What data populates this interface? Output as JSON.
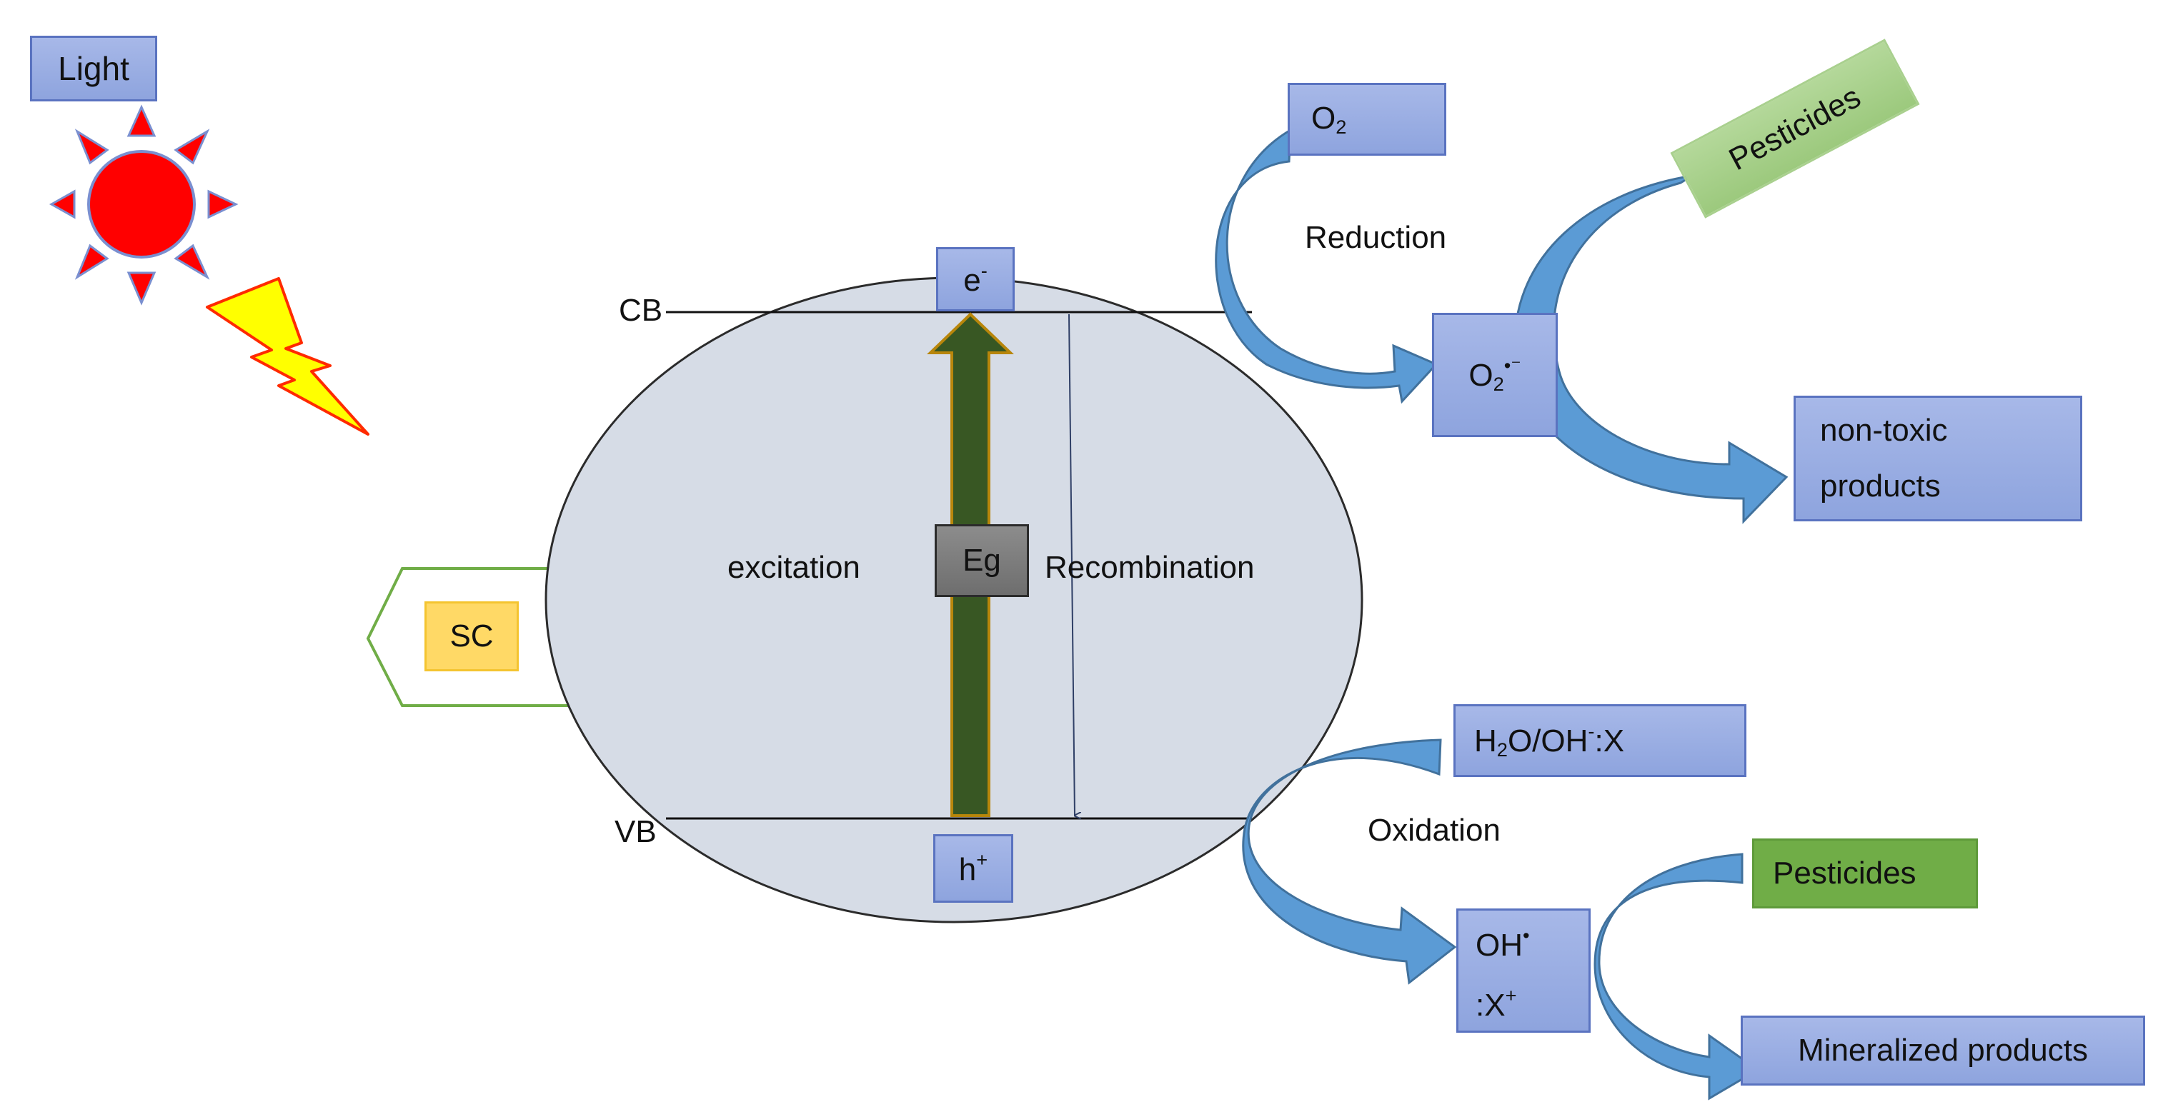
{
  "labels": {
    "light": "Light",
    "cb": "CB",
    "vb": "VB",
    "excitation": "excitation",
    "recombination": "Recombination",
    "eg": "Eg",
    "sc": "SC",
    "electron_base": "e",
    "electron_sup": "-",
    "hole_base": "h",
    "hole_sup": "+",
    "o2_base": "O",
    "o2_sub": "2",
    "reduction": "Reduction",
    "superoxide_base": "O",
    "superoxide_sub": "2",
    "superoxide_sup": "•⁻",
    "pesticides_top": "Pesticides",
    "nontoxic_line1": "non-toxic",
    "nontoxic_line2": "products",
    "h2o_h": "H",
    "h2o_sub": "2",
    "h2o_mid": "O/OH",
    "h2o_sup": "-",
    "h2o_end": ":X",
    "oxidation": "Oxidation",
    "oh_line1_base": "OH",
    "oh_line1_sup": "•",
    "oh_line2_base": ":X",
    "oh_line2_sup": "+",
    "pesticides_bottom": "Pesticides",
    "mineralized": "Mineralized products"
  },
  "colors": {
    "sun": "#ff0000",
    "sun_rays": "#ff0000",
    "sun_outline": "#7a8fd0",
    "bolt": "#ffff00",
    "bolt_outline": "#ff2a00",
    "ellipse_fill": "#d6dce6",
    "excitation_arrow": "#385723",
    "excitation_arrow_outline": "#b8860b",
    "flow_arrow": "#5b9bd5",
    "pesticides_top_fill": "#a9d08e",
    "pesticides_bottom_fill": "#70ad47",
    "sc_fill": "#ffd966",
    "hexagon_outline": "#70ad47"
  }
}
